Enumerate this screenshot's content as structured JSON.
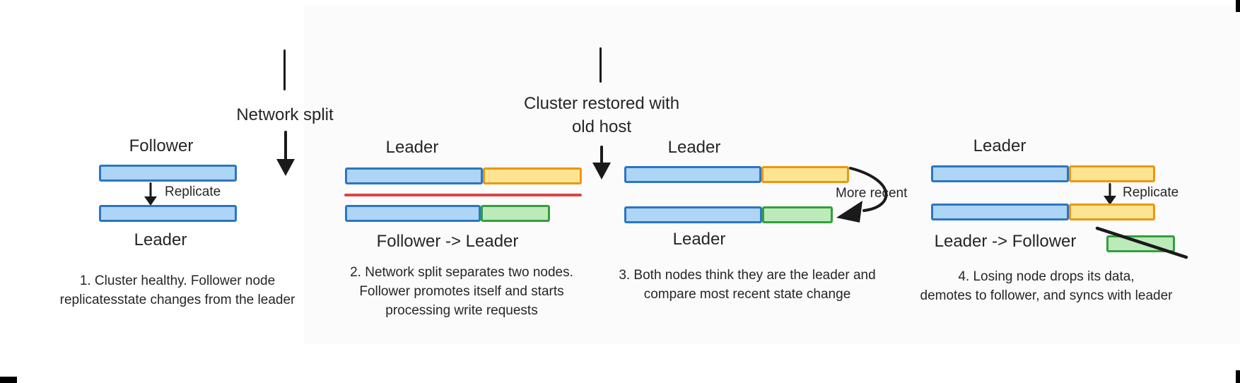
{
  "colors": {
    "background": "#ffffff",
    "tint": "#fbfbfb",
    "blue_fill": "#aed5f6",
    "blue_border": "#2b76c4",
    "yellow_fill": "#fce492",
    "yellow_border": "#ec9712",
    "green_fill": "#bdeabb",
    "green_border": "#33a03c",
    "red_line": "#dc4444",
    "arrow": "#1a1a1a",
    "text": "#262626"
  },
  "annotations": {
    "network_split": {
      "label": "Network split"
    },
    "cluster_restored": {
      "line1": "Cluster restored with",
      "line2": "old host"
    },
    "more_recent": {
      "label": "More recent"
    }
  },
  "panels": {
    "p1": {
      "top_label": "Follower",
      "replicate_label": "Replicate",
      "bottom_label": "Leader",
      "caption1": "1. Cluster healthy. Follower node",
      "caption2": "replicatesstate changes from the leader"
    },
    "p2": {
      "top_label": "Leader",
      "bottom_label": "Follower -> Leader",
      "caption1": "2. Network split separates two nodes.",
      "caption2": "Follower promotes itself and starts",
      "caption3": "processing write requests"
    },
    "p3": {
      "top_label": "Leader",
      "bottom_label": "Leader",
      "caption1": "3. Both nodes think they are the leader and",
      "caption2": "compare most recent state change"
    },
    "p4": {
      "top_label": "Leader",
      "replicate_label": "Replicate",
      "bottom_label": "Leader -> Follower",
      "caption1": "4. Losing node drops its data,",
      "caption2": "demotes to follower, and syncs with leader"
    }
  }
}
